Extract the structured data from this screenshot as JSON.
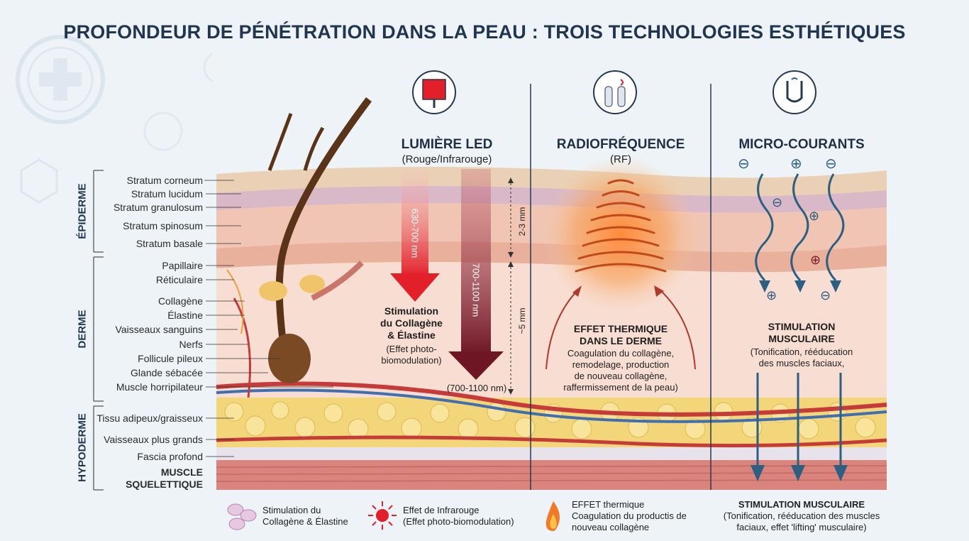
{
  "title": "PROFONDEUR DE PÉNÉTRATION DANS LA PEAU : TROIS TECHNOLOGIES ESTHÉTIQUES",
  "groups": {
    "epiderme": "ÉPIDERME",
    "derme": "DERME",
    "hypoderme": "HYPODERME"
  },
  "layers": {
    "stratum_corneum": "Stratum corneum",
    "stratum_lucidum": "Stratum lucidum",
    "stratum_granulosum": "Stratum granulosum",
    "stratum_spinosum": "Stratum spinosum",
    "stratum_basale": "Stratum basale",
    "papillaire": "Papillaire",
    "reticulaire": "Réticulaire",
    "collagene": "Collagène",
    "elastine": "Élastine",
    "vaisseaux": "Vaisseaux sanguins",
    "nerfs": "Nerfs",
    "follicule": "Follicule pileux",
    "glande": "Glande sébacée",
    "muscle_horr": "Muscle horripilateur",
    "tissu_adipeux": "Tissu adipeux/graisseux",
    "vaisseaux_grands": "Vaisseaux plus grands",
    "fascia": "Fascia profond",
    "muscle_sq_1": "MUSCLE",
    "muscle_sq_2": "SQUELETTIQUE"
  },
  "led": {
    "title": "LUMIÈRE LED",
    "subtitle": "(Rouge/Infrarouge)",
    "red_range": "630-700 nm",
    "ir_range": "700-1100 nm",
    "effect_1": "Stimulation",
    "effect_2": "du Collagène",
    "effect_3": "& Élastine",
    "effect_4": "(Effet photo-",
    "effect_5": "biomodulation)",
    "ir_note": "(700-1100 nm)",
    "depth_1": "2-3 mm",
    "depth_2": "~5 mm"
  },
  "rf": {
    "title": "RADIOFRÉQUENCE",
    "subtitle": "(RF)",
    "effect_1": "EFFET THERMIQUE",
    "effect_2": "DANS LE DERME",
    "desc_1": "Coagulation du collagène,",
    "desc_2": "remodelage, production",
    "desc_3": "de nouveau collagène,",
    "desc_4": "raffermissement de la peau)"
  },
  "mc": {
    "title": "MICRO-COURANTS",
    "effect_1": "STIMULATION",
    "effect_2": "MUSCULAIRE",
    "desc_1": "(Tonification, rééducation",
    "desc_2": "des muscles faciaux,",
    "minus": "⊖",
    "plus": "⊕"
  },
  "legend": {
    "l1a": "Stimulation du",
    "l1b": "Collagène & Élastine",
    "l2a": "Effet de Infrarouge",
    "l2b": "(Effet photo-biomodulation)",
    "l3a": "EFFET thermique",
    "l3b": "Coagulation du  productis de",
    "l3c": "nouveau collagène",
    "l4a": "STIMULATION MUSCULAIRE",
    "l4b": "(Tonification, rééducation des muscles",
    "l4c": "faciaux, effet 'lifting' musculaire)"
  },
  "colors": {
    "title": "#1f3550",
    "red": "#e3202a",
    "darkred": "#7a1a24",
    "arrow_blue": "#2c5f82",
    "fat": "#f3d67a",
    "muscle": "#d9847c"
  }
}
